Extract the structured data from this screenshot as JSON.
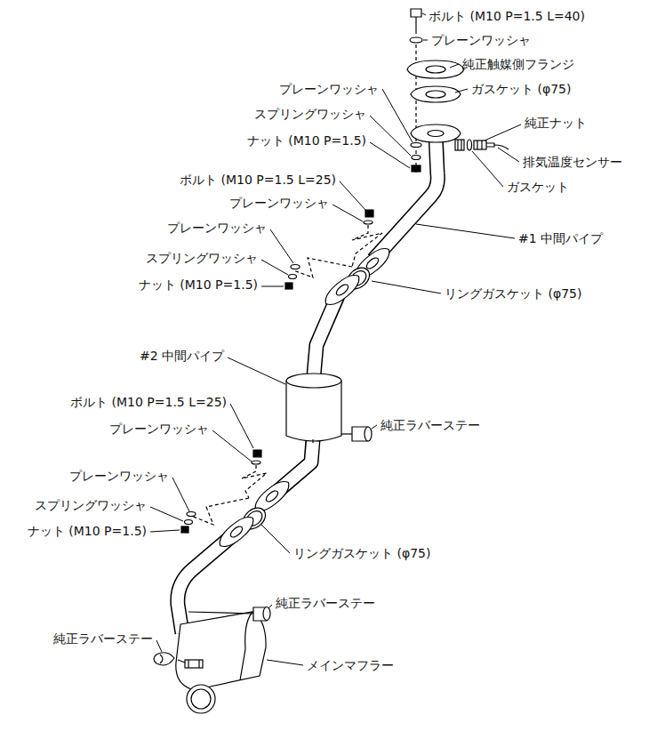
{
  "diagram": {
    "labels": [
      "ボルト (M10 P=1.5 L=40)",
      "プレーンワッシャ",
      "純正触媒側フランジ",
      "ガスケット (φ75)",
      "プレーンワッシャ",
      "純正ナット",
      "スプリングワッシャ",
      "ナット (M10 P=1.5)",
      "排気温度センサー",
      "ボルト (M10 P=1.5 L=25)",
      "ガスケット",
      "プレーンワッシャ",
      "プレーンワッシャ",
      "#1 中間パイプ",
      "スプリングワッシャ",
      "ナット (M10 P=1.5)",
      "リングガスケット (φ75)",
      "#2 中間パイプ",
      "純正ラバーステー",
      "ボルト (M10 P=1.5 L=25)",
      "プレーンワッシャ",
      "プレーンワッシャ",
      "スプリングワッシャ",
      "ナット (M10 P=1.5)",
      "リングガスケット (φ75)",
      "純正ラバーステー",
      "純正ラバーステー",
      "メインマフラー"
    ]
  }
}
